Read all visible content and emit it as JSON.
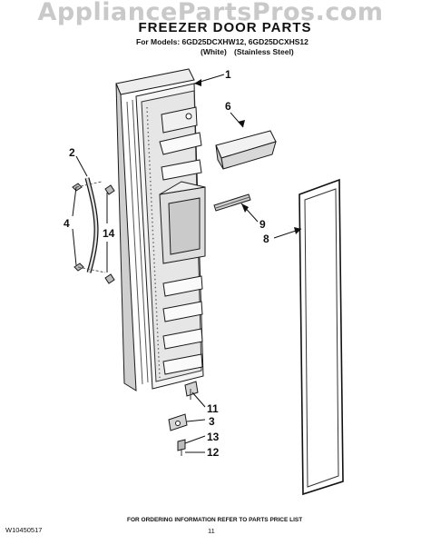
{
  "watermark": "AppliancePartsPros.com",
  "header": {
    "title": "FREEZER DOOR PARTS",
    "models_line": "For Models: 6GD25DCXHW12, 6GD25DCXHS12",
    "variant_white": "(White)",
    "variant_steel": "(Stainless Steel)"
  },
  "callouts": [
    "1",
    "6",
    "2",
    "4",
    "14",
    "9",
    "8",
    "11",
    "3",
    "13",
    "12"
  ],
  "footer": {
    "note": "FOR ORDERING INFORMATION REFER TO PARTS PRICE LIST",
    "doc_code": "W10450517",
    "page_number": "11"
  }
}
